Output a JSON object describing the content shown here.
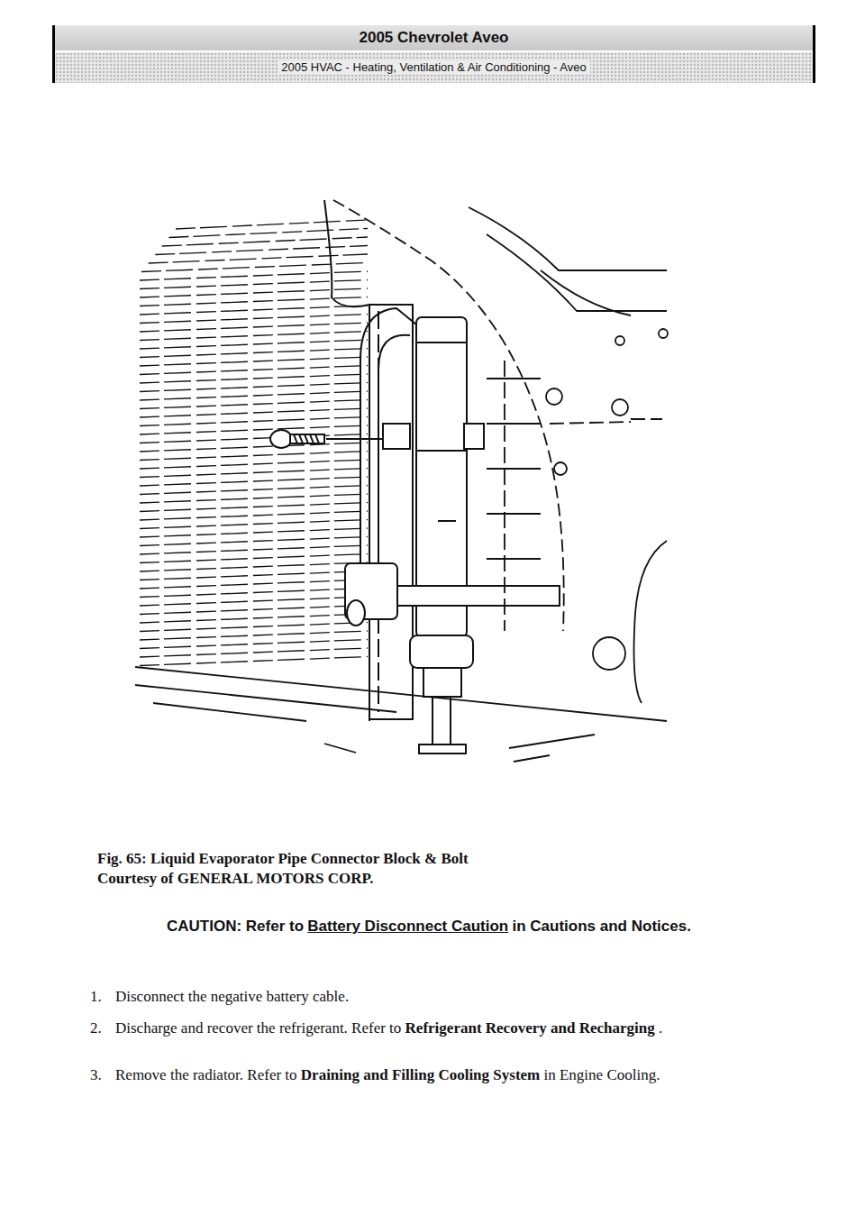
{
  "diagram": {
    "caption": "Fig. 65: Liquid Evaporator Pipe Connector Block & Bolt",
    "nodes": [
      {
        "text": [
          "2005 Chevrolet Aveo",
          "2005 HVAC - Heating, Ventilation & Air Conditioning - Aveo"
        ]
      }
    ],
    "edges": [],
    "labels": [
      "Courtesy of GENERAL MOTORS CORP.",
      "CAUTION: Refer to",
      "Battery Disconnect Caution",
      "in Cautions and Notices.",
      "1.",
      "Disconnect the negative battery cable.",
      "2.",
      "Discharge and recover the refrigerant. Refer to",
      "Refrigerant Recovery and Recharging",
      ".",
      "3.",
      "Remove the radiator. Refer to",
      "Draining and Filling Cooling System",
      "in Engine Cooling."
    ]
  }
}
